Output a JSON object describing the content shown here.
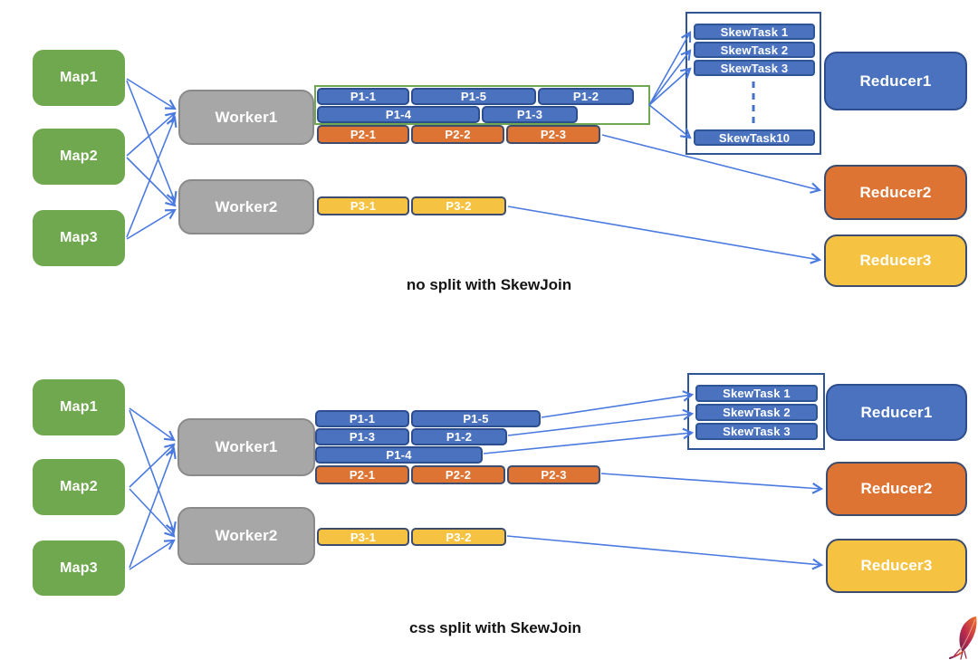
{
  "colors": {
    "map_green": "#70A84F",
    "worker_gray": "#A7A7A7",
    "partition_blue": "#4A72BE",
    "partition_orange": "#DD7433",
    "partition_yellow": "#F5C242",
    "navy_border": "#2E5596",
    "dark_border": "#3E4C6D",
    "green_outline": "#6FA851",
    "arrow_blue": "#4A7AE0",
    "caption_black": "#141414",
    "feather_maroon": "#6B2150",
    "feather_red": "#BE2C4E",
    "feather_orange": "#EC7226"
  },
  "logo": {
    "name": "apache-feather-logo"
  },
  "top": {
    "caption": "no split with SkewJoin",
    "maps": [
      "Map1",
      "Map2",
      "Map3"
    ],
    "workers": [
      "Worker1",
      "Worker2"
    ],
    "p1_row1": [
      "P1-1",
      "P1-5",
      "P1-2"
    ],
    "p1_row2": [
      "P1-4",
      "P1-3"
    ],
    "p2_row": [
      "P2-1",
      "P2-2",
      "P2-3"
    ],
    "p3_row": [
      "P3-1",
      "P3-2"
    ],
    "skew_tasks": [
      "SkewTask 1",
      "SkewTask 2",
      "SkewTask 3",
      "SkewTask10"
    ],
    "reducers": [
      "Reducer1",
      "Reducer2",
      "Reducer3"
    ]
  },
  "bottom": {
    "caption": "css split with SkewJoin",
    "maps": [
      "Map1",
      "Map2",
      "Map3"
    ],
    "workers": [
      "Worker1",
      "Worker2"
    ],
    "p1_row1": [
      "P1-1",
      "P1-5"
    ],
    "p1_row2": [
      "P1-3",
      "P1-2"
    ],
    "p1_row3": [
      "P1-4"
    ],
    "p2_row": [
      "P2-1",
      "P2-2",
      "P2-3"
    ],
    "p3_row": [
      "P3-1",
      "P3-2"
    ],
    "skew_tasks": [
      "SkewTask 1",
      "SkewTask 2",
      "SkewTask 3"
    ],
    "reducers": [
      "Reducer1",
      "Reducer2",
      "Reducer3"
    ]
  }
}
